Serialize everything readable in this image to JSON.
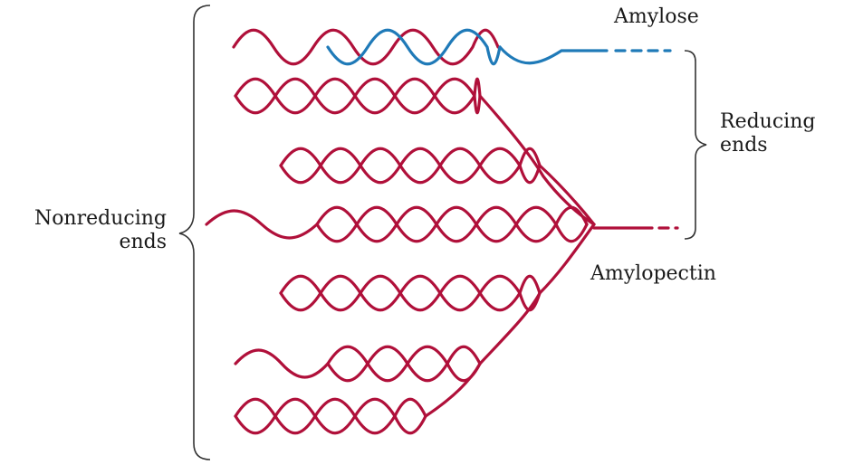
{
  "diagram": {
    "labels": {
      "amylose": "Amylose",
      "reducing_line1": "Reducing",
      "reducing_line2": "ends",
      "nonreducing_line1": "Nonreducing",
      "nonreducing_line2": "ends",
      "amylopectin": "Amylopectin"
    },
    "colors": {
      "amylopectin_strand": "#b0103a",
      "amylose_strand": "#1f7ab8",
      "brace": "#333333",
      "text": "#1a1a1a"
    }
  }
}
